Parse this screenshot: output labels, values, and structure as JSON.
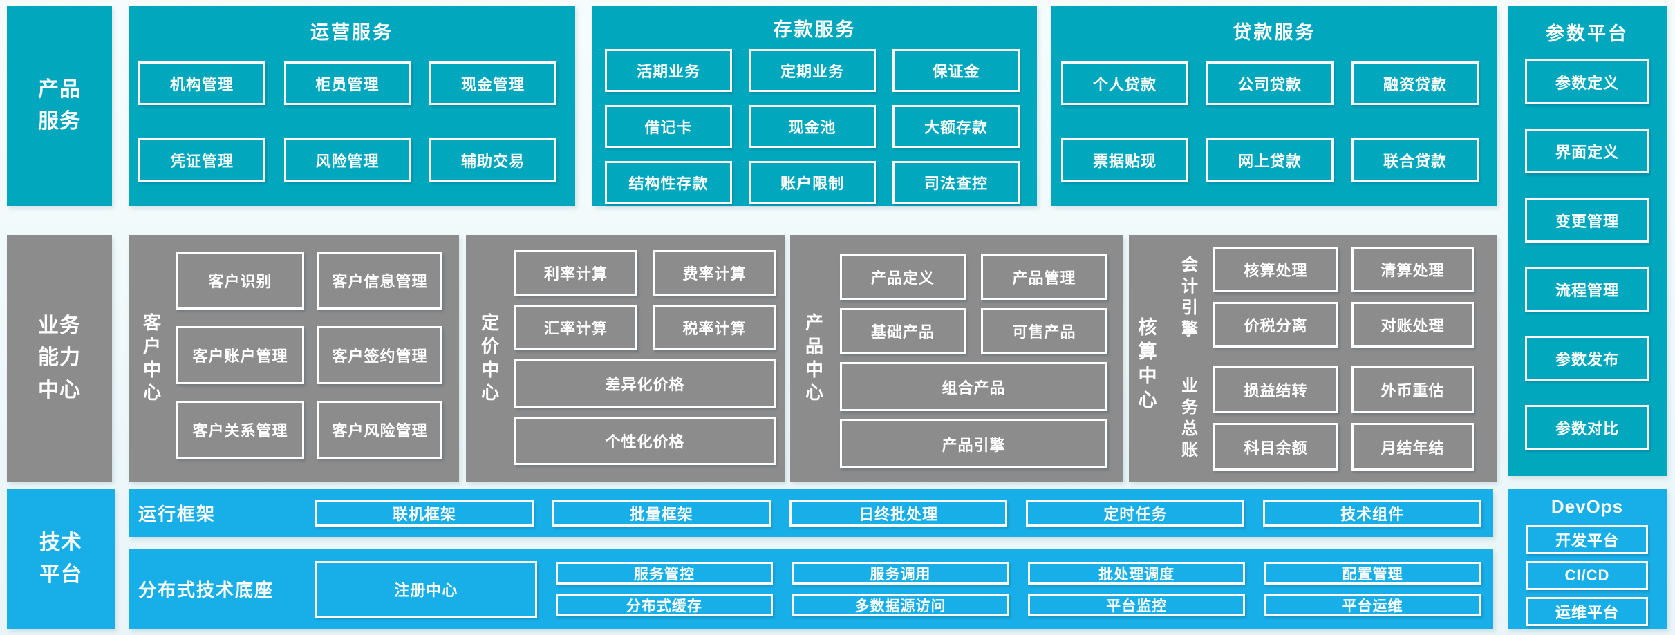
{
  "palette": {
    "teal": "#00a7bd",
    "blue": "#18aee8",
    "gray": "#8c8c8c",
    "page_bg": "#eef7fa",
    "box_border": "#ffffff",
    "text": "#ffffff"
  },
  "left_labels": {
    "products": "产品服务",
    "business": "业务能力中心",
    "tech": "技术平台"
  },
  "operations": {
    "title": "运营服务",
    "boxes": [
      "机构管理",
      "柜员管理",
      "现金管理",
      "凭证管理",
      "风险管理",
      "辅助交易"
    ]
  },
  "deposits": {
    "title": "存款服务",
    "boxes": [
      "活期业务",
      "定期业务",
      "保证金",
      "借记卡",
      "现金池",
      "大额存款",
      "结构性存款",
      "账户限制",
      "司法查控"
    ]
  },
  "loans": {
    "title": "贷款服务",
    "boxes": [
      "个人贷款",
      "公司贷款",
      "融资贷款",
      "票据贴现",
      "网上贷款",
      "联合贷款"
    ]
  },
  "param_platform": {
    "title": "参数平台",
    "boxes": [
      "参数定义",
      "界面定义",
      "变更管理",
      "流程管理",
      "参数发布",
      "参数对比"
    ]
  },
  "customer_center": {
    "label": "客户中心",
    "boxes": [
      "客户识别",
      "客户信息管理",
      "客户账户管理",
      "客户签约管理",
      "客户关系管理",
      "客户风险管理"
    ]
  },
  "pricing_center": {
    "label": "定价中心",
    "boxes_small": [
      "利率计算",
      "费率计算",
      "汇率计算",
      "税率计算"
    ],
    "boxes_wide": [
      "差异化价格",
      "个性化价格"
    ]
  },
  "product_center": {
    "label": "产品中心",
    "boxes_small": [
      "产品定义",
      "产品管理",
      "基础产品",
      "可售产品"
    ],
    "boxes_wide": [
      "组合产品",
      "产品引擎"
    ]
  },
  "accounting_center": {
    "label": "核算中心",
    "groups": [
      {
        "label": "会计引擎",
        "boxes": [
          "核算处理",
          "清算处理",
          "价税分离",
          "对账处理"
        ]
      },
      {
        "label": "业务总账",
        "boxes": [
          "损益结转",
          "外币重估",
          "科目余额",
          "月结年结"
        ]
      }
    ]
  },
  "runtime_row": {
    "label": "运行框架",
    "boxes": [
      "联机框架",
      "批量框架",
      "日终批处理",
      "定时任务",
      "技术组件"
    ]
  },
  "distributed_row": {
    "label": "分布式技术底座",
    "tall_box": "注册中心",
    "box_pairs": [
      [
        "服务管控",
        "分布式缓存"
      ],
      [
        "服务调用",
        "多数据源访问"
      ],
      [
        "批处理调度",
        "平台监控"
      ],
      [
        "配置管理",
        "平台运维"
      ]
    ]
  },
  "devops": {
    "title": "DevOps",
    "boxes": [
      "开发平台",
      "CI/CD",
      "运维平台"
    ]
  }
}
